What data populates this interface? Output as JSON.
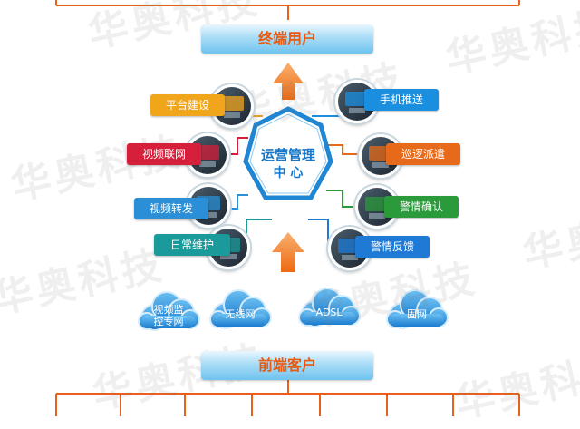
{
  "watermark": "华奥科技",
  "top_header": "终端用户",
  "bottom_header": "前端客户",
  "center": {
    "title": "运营管理",
    "subtitle": "中 心"
  },
  "left_items": [
    {
      "label": "平台建设",
      "color": "#f1a51b"
    },
    {
      "label": "视频联网",
      "color": "#d61f3a"
    },
    {
      "label": "视频转发",
      "color": "#2a8fd6"
    },
    {
      "label": "日常维护",
      "color": "#1a9a9a"
    }
  ],
  "right_items": [
    {
      "label": "手机推送",
      "color": "#1a8fe0"
    },
    {
      "label": "巡逻派遣",
      "color": "#e76a1a"
    },
    {
      "label": "警情确认",
      "color": "#2a9a3a"
    },
    {
      "label": "警情反馈",
      "color": "#1f7ad6"
    }
  ],
  "clouds": [
    {
      "line1": "视频监",
      "line2": "控专网"
    },
    {
      "line1": "无线网",
      "line2": ""
    },
    {
      "line1": "ADSL",
      "line2": ""
    },
    {
      "line1": "固网",
      "line2": ""
    }
  ],
  "colors": {
    "tree_line": "#e8601a",
    "center_border": "#1f86d4",
    "arrow": "#f07a1a",
    "cloud": "#2f95e0"
  }
}
